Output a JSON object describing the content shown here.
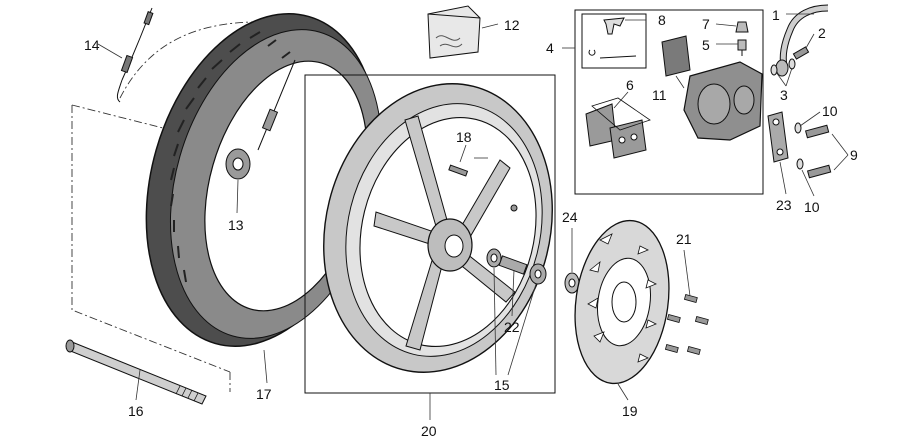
{
  "callouts": {
    "c1": "1",
    "c2": "2",
    "c3": "3",
    "c4": "4",
    "c5": "5",
    "c6": "6",
    "c7": "7",
    "c8": "8",
    "c9": "9",
    "c10a": "10",
    "c10b": "10",
    "c11": "11",
    "c12": "12",
    "c13": "13",
    "c14": "14",
    "c15": "15",
    "c16": "16",
    "c17": "17",
    "c18": "18",
    "c19": "19",
    "c20": "20",
    "c21": "21",
    "c22": "22",
    "c23": "23",
    "c24": "24"
  },
  "colors": {
    "part_fill": "#c8c8c8",
    "tyre_fill": "#5a5a5a",
    "line": "#111111"
  }
}
